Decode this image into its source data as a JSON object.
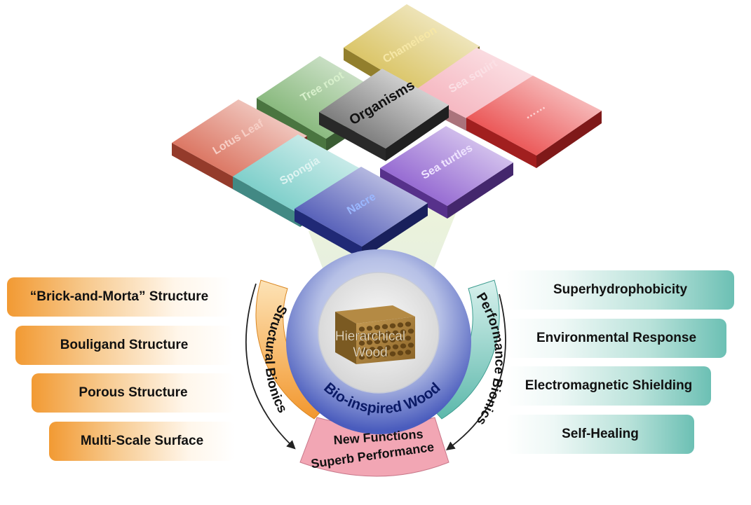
{
  "organisms": {
    "center": "Organisms",
    "tiles": [
      {
        "key": "chameleon",
        "label": "Chameleon",
        "color": "#d1b640",
        "text_color": "#f6e7a6"
      },
      {
        "key": "tree_root",
        "label": "Tree root",
        "color": "#6aa75c",
        "text_color": "#d8f0cc"
      },
      {
        "key": "sea_squirt",
        "label": "Sea squirt",
        "color": "#f3a4b0",
        "text_color": "#fbe0e5"
      },
      {
        "key": "lotus_leaf",
        "label": "Lotus Leaf",
        "color": "#d3553d",
        "text_color": "#f7cfc6"
      },
      {
        "key": "more",
        "label": "……",
        "color": "#e62d2d",
        "text_color": "#ffd7d7"
      },
      {
        "key": "spongia",
        "label": "Spongia",
        "color": "#5ec3bd",
        "text_color": "#dff4f2"
      },
      {
        "key": "sea_turtles",
        "label": "Sea turtles",
        "color": "#7c46c7",
        "text_color": "#efe4ff"
      },
      {
        "key": "nacre",
        "label": "Nacre",
        "color": "#2e3aa8",
        "text_color": "#9ab7ff"
      }
    ]
  },
  "hub": {
    "core_label_line1": "Hierarchical",
    "core_label_line2": "Wood",
    "ring_label": "Bio-inspired Wood",
    "left_arc_label": "Structural Bionics",
    "right_arc_label": "Performance Bionics",
    "bottom_line1": "New Functions",
    "bottom_line2": "Superb Performance"
  },
  "structural_items": [
    "“Brick-and-Morta” Structure",
    "Bouligand Structure",
    "Porous Structure",
    "Multi-Scale Surface"
  ],
  "performance_items": [
    "Superhydrophobicity",
    "Environmental Response",
    "Electromagnetic Shielding",
    "Self-Healing"
  ],
  "colors": {
    "orange": "#f29a33",
    "teal": "#6cc0b4",
    "ring_blue": "#4f63c0",
    "pink": "#f2a6b4"
  }
}
